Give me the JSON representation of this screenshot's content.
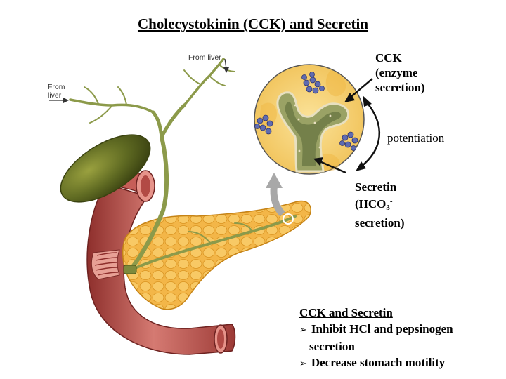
{
  "title": "Cholecystokinin (CCK) and Secretin",
  "diagram_labels": {
    "from_liver_top": "From liver",
    "from_liver_left_line1": "From",
    "from_liver_left_line2": "liver"
  },
  "cck_label": {
    "line1": "CCK",
    "line2": "(enzyme",
    "line3": "secretion)"
  },
  "potentiation": "potentiation",
  "secretin_label": {
    "line1": "Secretin",
    "line2_prefix": "(HCO",
    "line2_sub": "3",
    "line2_sup": "-",
    "line3": "secretion)"
  },
  "notes": {
    "heading": "CCK and Secretin",
    "bullet_symbol": "➢",
    "item1_line1": "Inhibit HCl and pepsinogen",
    "item1_line2": "secretion",
    "item2": "Decrease stomach motility"
  },
  "colors": {
    "gallbladder": "#5f6a22",
    "duct": "#8c9a4a",
    "intestine": "#b8514c",
    "pancreas": "#f0b23f",
    "acinus_bg": "#f7d37a",
    "granules": "#5f6bb0",
    "arrow": "#111111"
  }
}
